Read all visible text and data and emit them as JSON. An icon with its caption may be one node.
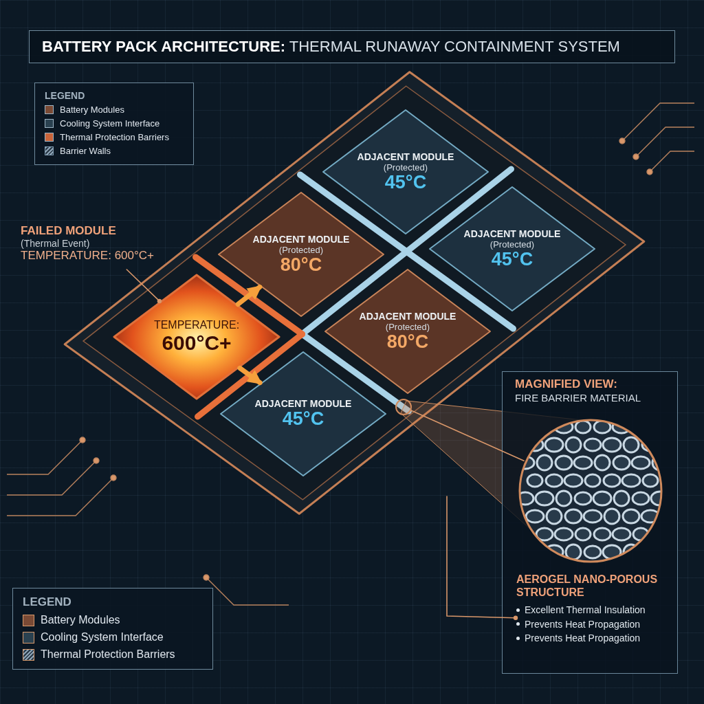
{
  "diagram": {
    "title": "**BATTERY PACK ARCHITECTURE:** THERMAL RUNAWAY CONTAINMENT SYSTEM",
    "nodes": [
      {
        "text": [
          "ADJACENT MODULE",
          "(Protected)",
          "45°C"
        ]
      },
      {
        "text": [
          "FAILED MODULE",
          "(Thermal Event)",
          "TEMPERATURE: 600°C+"
        ]
      },
      {
        "text": [
          "ADJACENT MODULE",
          "(Protected)",
          "80°C"
        ]
      },
      {
        "text": [
          "ADJACENT MODULE",
          "(Protected)",
          "45°C"
        ]
      },
      {
        "text": [
          "TEMPERATURE:",
          "600°C+"
        ]
      },
      {
        "text": [
          "ADJACENT MODULE",
          "(Protected)",
          "80°C"
        ]
      },
      {
        "text": [],
        "shape": "circle"
      },
      {
        "text": [
          "MAGNIFIED VIEW:",
          "FIRE BARRIER MATERIAL"
        ]
      },
      {
        "text": [],
        "shape": "picture",
        "in": 7
      },
      {
        "text": [
          "ADJACENT MODULE",
          "45°C"
        ]
      },
      {
        "text": [
          "AEROGEL NANO-POROUS STRUCTURE",
          "Excellent Thermal Insulation",
          "Prevents Heat Propagation",
          "Prevents Heat Propagation"
        ],
        "in": 7
      }
    ],
    "edges": [
      {
        "from": 1,
        "to": 4,
        "arrow": "other"
      },
      {
        "from": 4,
        "to": 2,
        "arrow": "to",
        "style": "thick",
        "color": "#f5a03c"
      },
      {
        "from": 4,
        "to": 9,
        "arrow": "to",
        "style": "thick",
        "color": "#f5a03c"
      },
      {
        "from": 6,
        "to": 8,
        "arrow": "none"
      },
      {
        "from": null,
        "to": 10,
        "arrow": "other"
      }
    ],
    "labels": [
      "LEGEND",
      "LEGEND"
    ],
    "legend": [
      {
        "text": "Battery Modules",
        "color": "#7a4a35"
      },
      {
        "text": "Cooling System Interface",
        "color": "#2a4150"
      },
      {
        "text": "Thermal Protection Barriers",
        "color": "#c8643a"
      },
      {
        "text": "Barrier Walls"
      },
      {
        "text": "Battery Modules",
        "color": "#7a4a35"
      },
      {
        "text": "Cooling System Interface",
        "color": "#2a4150"
      },
      {
        "text": "Thermal Protection Barriers"
      }
    ]
  }
}
